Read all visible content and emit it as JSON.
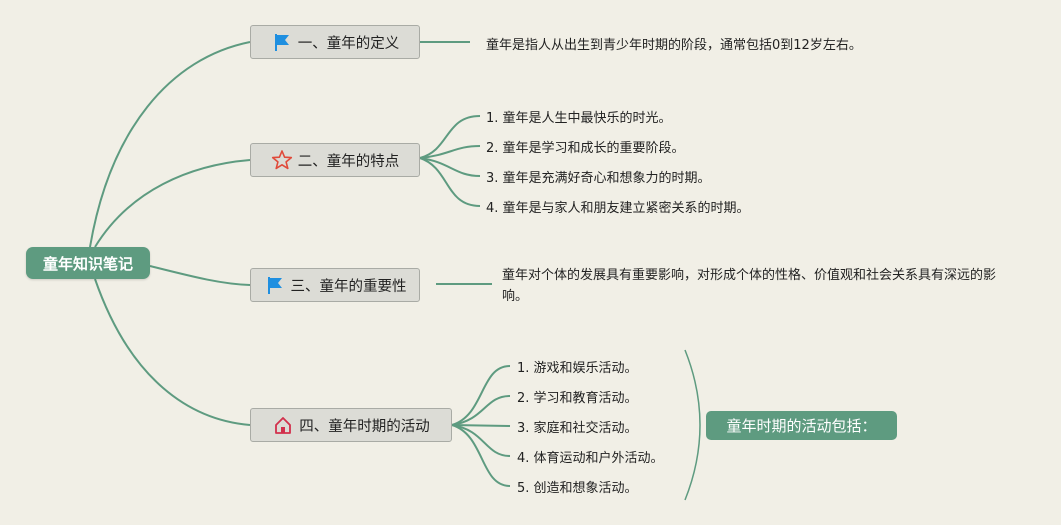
{
  "root": {
    "label": "童年知识笔记"
  },
  "branches": [
    {
      "label": "一、童年的定义",
      "icon": "flag-icon",
      "icon_color": "#1f8fe0"
    },
    {
      "label": "二、童年的特点",
      "icon": "star-icon",
      "icon_color": "#e04a3a"
    },
    {
      "label": "三、童年的重要性",
      "icon": "flag-icon",
      "icon_color": "#1f8fe0"
    },
    {
      "label": "四、童年时期的活动",
      "icon": "home-icon",
      "icon_color": "#d2304c"
    }
  ],
  "definition": {
    "text": "童年是指人从出生到青少年时期的阶段，通常包括0到12岁左右。"
  },
  "features": [
    "1. 童年是人生中最快乐的时光。",
    "2. 童年是学习和成长的重要阶段。",
    "3. 童年是充满好奇心和想象力的时期。",
    "4. 童年是与家人和朋友建立紧密关系的时期。"
  ],
  "importance": {
    "text": "童年对个体的发展具有重要影响，对形成个体的性格、价值观和社会关系具有深远的影响。"
  },
  "activities": [
    "1. 游戏和娱乐活动。",
    "2. 学习和教育活动。",
    "3. 家庭和社交活动。",
    "4. 体育运动和户外活动。",
    "5. 创造和想象活动。"
  ],
  "summary": {
    "label": "童年时期的活动包括："
  },
  "colors": {
    "line": "#5e9b80",
    "node_fill": "#dcdcd6",
    "accent": "#5e9b80"
  }
}
